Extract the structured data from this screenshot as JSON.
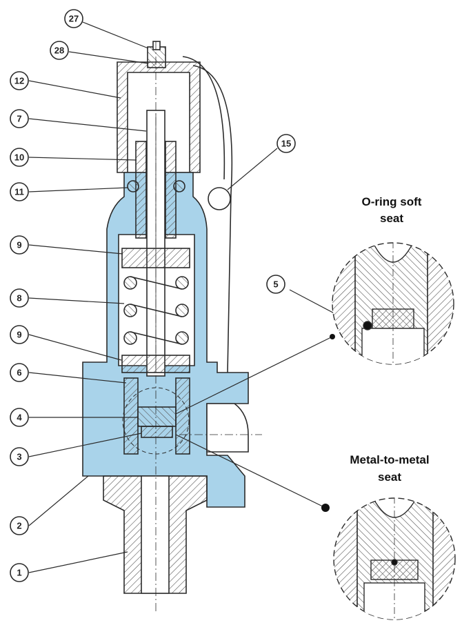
{
  "callouts": [
    {
      "id": "c27",
      "label": "27"
    },
    {
      "id": "c28",
      "label": "28"
    },
    {
      "id": "c12",
      "label": "12"
    },
    {
      "id": "c7",
      "label": "7"
    },
    {
      "id": "c10",
      "label": "10"
    },
    {
      "id": "c15",
      "label": "15"
    },
    {
      "id": "c11",
      "label": "11"
    },
    {
      "id": "c9a",
      "label": "9"
    },
    {
      "id": "c8",
      "label": "8"
    },
    {
      "id": "c9b",
      "label": "9"
    },
    {
      "id": "c6",
      "label": "6"
    },
    {
      "id": "c4",
      "label": "4"
    },
    {
      "id": "c3",
      "label": "3"
    },
    {
      "id": "c2",
      "label": "2"
    },
    {
      "id": "c1",
      "label": "1"
    },
    {
      "id": "c5",
      "label": "5"
    }
  ],
  "details": {
    "oring": {
      "title_line1": "O-ring soft",
      "title_line2": "seat"
    },
    "metal": {
      "title_line1": "Metal-to-metal",
      "title_line2": "seat"
    }
  },
  "colors": {
    "body_fill": "#a9d3ea",
    "ink": "#2a2a2a",
    "hatch": "#444444"
  }
}
